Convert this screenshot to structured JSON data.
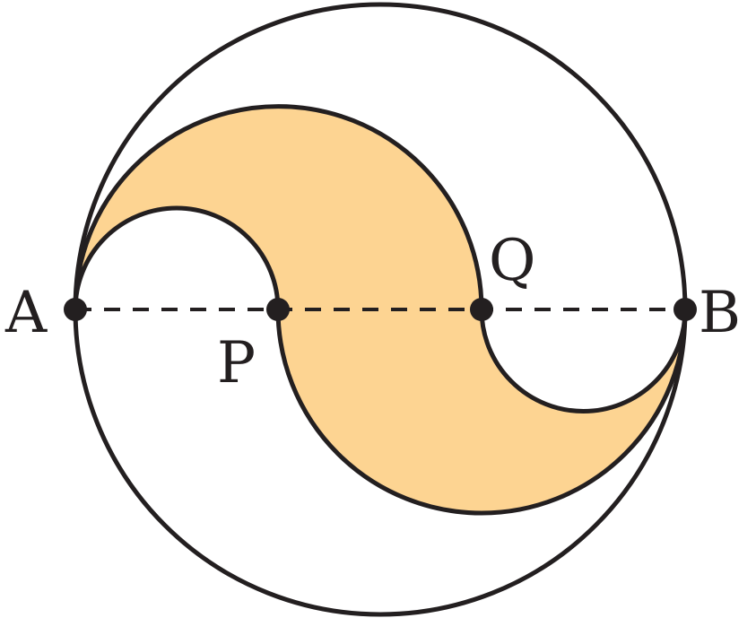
{
  "diagram": {
    "labels": {
      "A": "A",
      "B": "B",
      "P": "P",
      "Q": "Q"
    },
    "colors": {
      "shaded_region": "#fdd492",
      "stroke": "#231f20",
      "background": "#ffffff"
    },
    "segment_ratio": {
      "AP": 1,
      "PQ": 1,
      "QB": 1
    }
  }
}
